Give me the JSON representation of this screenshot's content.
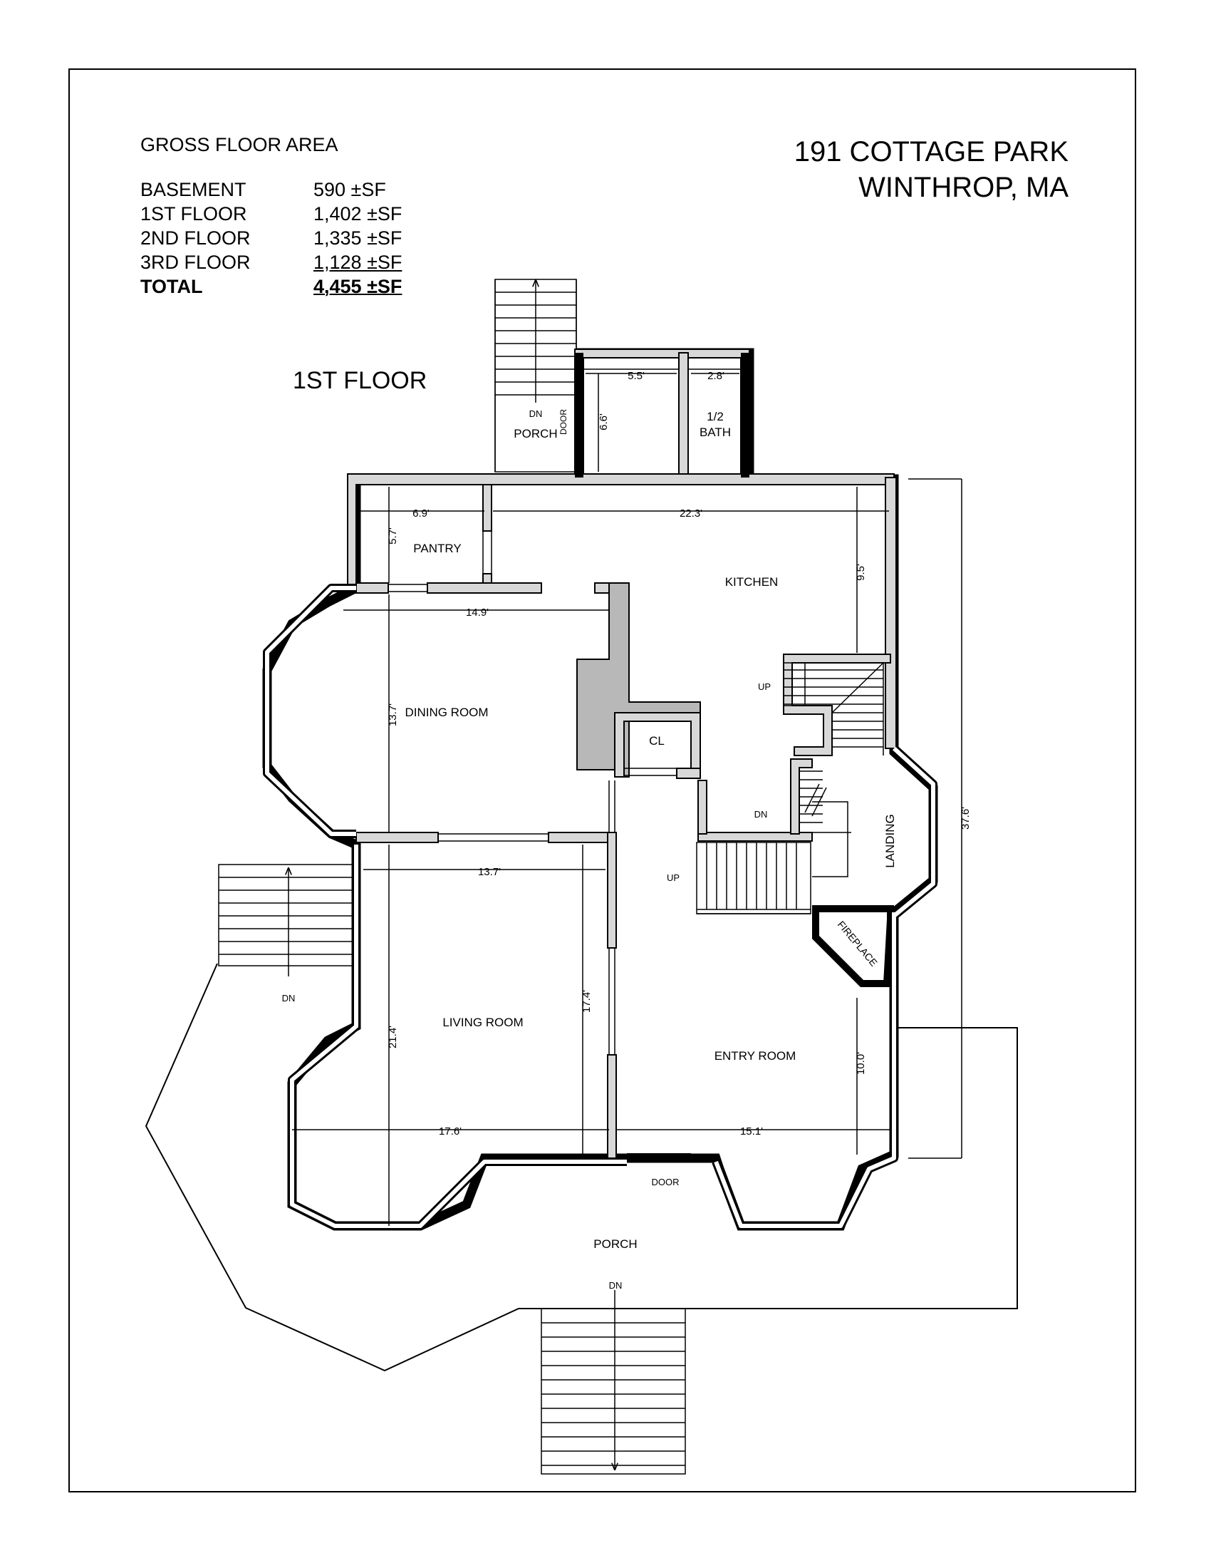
{
  "gross_floor_area": {
    "heading": "GROSS FLOOR AREA",
    "rows": [
      {
        "label": "BASEMENT",
        "value": "590 ±SF"
      },
      {
        "label": "1ST FLOOR",
        "value": "1,402 ±SF"
      },
      {
        "label": "2ND FLOOR",
        "value": "1,335 ±SF"
      },
      {
        "label": "3RD FLOOR",
        "value": "1,128 ±SF"
      }
    ],
    "total": {
      "label": "TOTAL",
      "value": "4,455 ±SF"
    }
  },
  "address": {
    "line1": "191 COTTAGE PARK",
    "line2": "WINTHROP, MA"
  },
  "floor_label": "1ST FLOOR",
  "rooms": {
    "rear_porch": "PORCH",
    "rear_porch_dn": "DN",
    "rear_door": "DOOR",
    "half_bath_line1": "1/2",
    "half_bath_line2": "BATH",
    "pantry": "PANTRY",
    "kitchen": "KITCHEN",
    "dining_room": "DINING ROOM",
    "closet": "CL",
    "landing": "LANDING",
    "fireplace": "FIREPLACE",
    "living_room": "LIVING ROOM",
    "entry_room": "ENTRY ROOM",
    "front_door": "DOOR",
    "front_porch": "PORCH",
    "front_dn": "DN",
    "side_dn": "DN",
    "stair_up_upper": "UP",
    "stair_dn": "DN",
    "stair_up_lower": "UP"
  },
  "dimensions": {
    "d_5_5": "5.5'",
    "d_2_8": "2.8'",
    "d_6_6": "6.6'",
    "d_6_9": "6.9'",
    "d_22_3": "22.3'",
    "d_5_7": "5.7'",
    "d_9_5": "9.5'",
    "d_14_9": "14.9'",
    "d_13_7_v": "13.7'",
    "d_13_7_h": "13.7'",
    "d_37_6": "37.6'",
    "d_17_4": "17.4'",
    "d_21_4": "21.4'",
    "d_10_0": "10.0'",
    "d_17_6": "17.6'",
    "d_15_1": "15.1'"
  }
}
